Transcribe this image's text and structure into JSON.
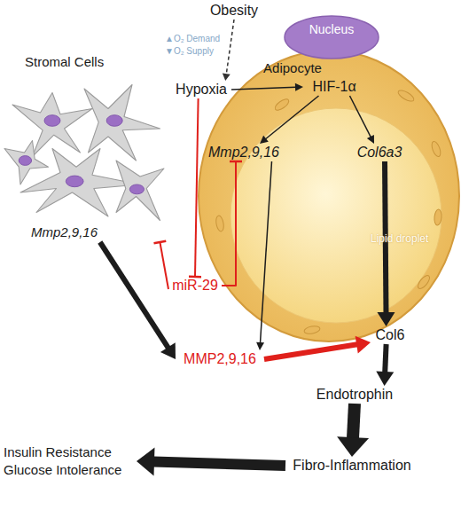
{
  "diagram": {
    "nodes": [
      {
        "text": [
          "Obesity"
        ]
      },
      {
        "text": [
          "Stromal Cells",
          "Mmp2,9,16"
        ]
      },
      {
        "text": [
          "Adipocyte"
        ]
      },
      {
        "text": [
          "Hypoxia"
        ]
      },
      {
        "text": [
          "Nucleus"
        ],
        "in": 2
      },
      {
        "text": [
          "HIF-1α"
        ],
        "in": 2
      },
      {
        "text": [
          "Mmp2,9,16"
        ],
        "in": 2
      },
      {
        "text": [
          "Col6a3"
        ],
        "in": 2
      },
      {
        "text": [
          "miR-29"
        ]
      },
      {
        "text": [
          "MMP2,9,16"
        ]
      },
      {
        "text": [
          "Col6"
        ]
      },
      {
        "text": [
          "Endotrophin"
        ]
      },
      {
        "text": [
          "Fibro-Inflammation"
        ]
      },
      {
        "text": [
          "Insulin Resistance",
          "Glucose Intolerance"
        ]
      }
    ],
    "edges": [
      {
        "from": 0,
        "to": 3,
        "arrow": "to"
      },
      {
        "from": 3,
        "to": 5,
        "arrow": "to"
      },
      {
        "from": 3,
        "to": 8,
        "arrow": "to"
      },
      {
        "from": 5,
        "to": 6,
        "arrow": "to"
      },
      {
        "from": 5,
        "to": 7,
        "arrow": "to"
      },
      {
        "from": 8,
        "to": 6,
        "arrow": "to"
      },
      {
        "from": 8,
        "to": 1,
        "arrow": "to"
      },
      {
        "from": 1,
        "to": 9,
        "arrow": "to"
      },
      {
        "from": 6,
        "to": 9,
        "arrow": "to"
      },
      {
        "from": 9,
        "to": 10,
        "arrow": "to"
      },
      {
        "from": 7,
        "to": 10,
        "arrow": "to"
      },
      {
        "from": 10,
        "to": 11,
        "arrow": "to"
      },
      {
        "from": 11,
        "to": 12,
        "arrow": "to"
      },
      {
        "from": 12,
        "to": 13,
        "arrow": "to"
      }
    ],
    "labels": [
      "▲O₂ Demand",
      "▼O₂ Supply",
      "Lipid droplet"
    ]
  }
}
